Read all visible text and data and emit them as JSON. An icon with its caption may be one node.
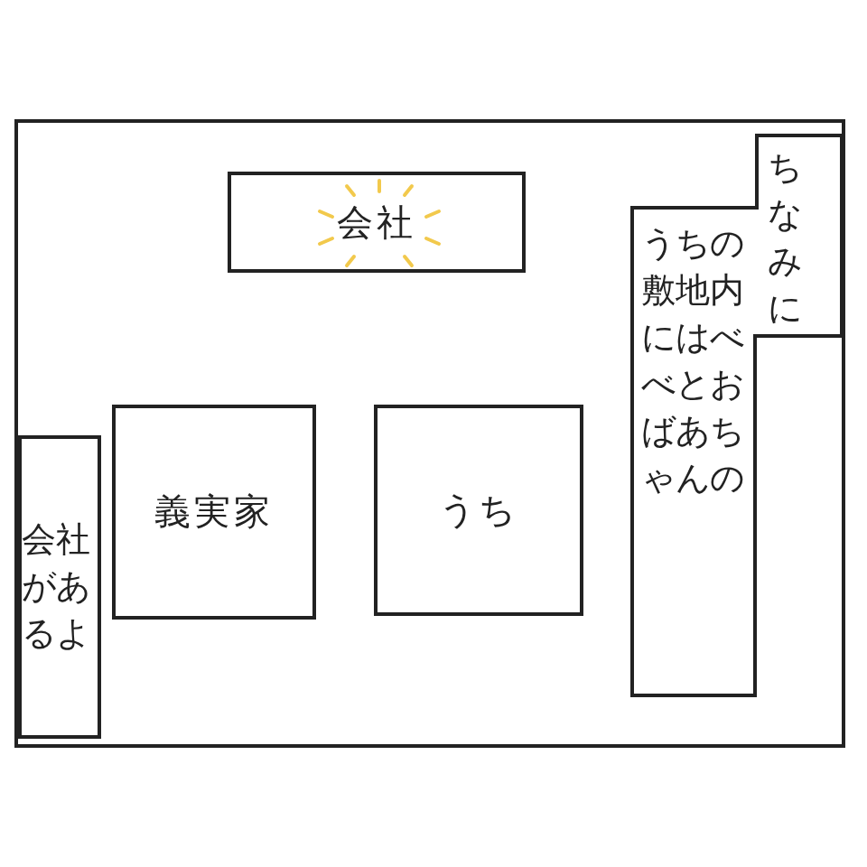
{
  "diagram": {
    "nodes": [
      {
        "text": [
          "会社"
        ]
      },
      {
        "text": [
          "ちなみに",
          "うちの敷地内にはべべとおばあちゃんの"
        ]
      },
      {
        "text": [
          "義実家"
        ]
      },
      {
        "text": [
          "うち"
        ]
      },
      {
        "text": [
          "会社があるよ"
        ]
      }
    ]
  }
}
